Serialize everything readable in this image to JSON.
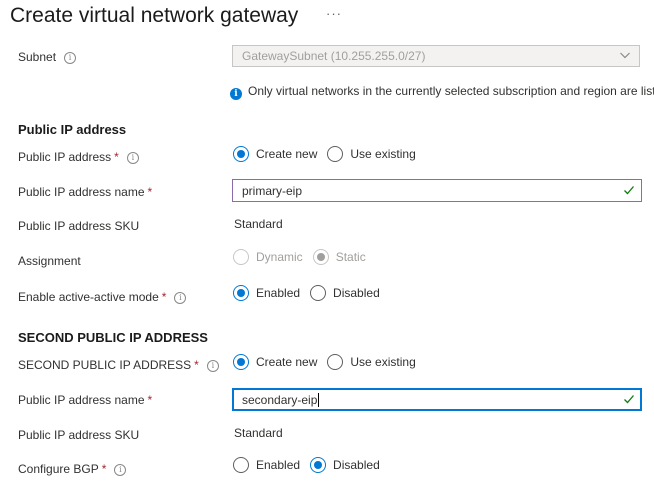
{
  "page": {
    "title": "Create virtual network gateway",
    "more_label": "···"
  },
  "subnet": {
    "label": "Subnet",
    "value": "GatewaySubnet (10.255.255.0/27)",
    "notice": "Only virtual networks in the currently selected subscription and region are listed."
  },
  "public_ip": {
    "section_title": "Public IP address",
    "address_label": "Public IP address",
    "create_new": "Create new",
    "use_existing": "Use existing",
    "name_label": "Public IP address name",
    "name_value": "primary-eip",
    "sku_label": "Public IP address SKU",
    "sku_value": "Standard",
    "assignment_label": "Assignment",
    "dynamic": "Dynamic",
    "static": "Static",
    "active_label": "Enable active-active mode",
    "enabled": "Enabled",
    "disabled": "Disabled"
  },
  "second_ip": {
    "section_title": "SECOND PUBLIC IP ADDRESS",
    "address_label": "SECOND PUBLIC IP ADDRESS",
    "create_new": "Create new",
    "use_existing": "Use existing",
    "name_label": "Public IP address name",
    "name_value": "secondary-eip",
    "sku_label": "Public IP address SKU",
    "sku_value": "Standard",
    "bgp_label": "Configure BGP",
    "enabled": "Enabled",
    "disabled": "Disabled"
  },
  "common": {
    "required_mark": "*",
    "info_glyph": "i"
  },
  "colors": {
    "accent": "#0078d4",
    "required": "#a4262c",
    "valid": "#107c10",
    "focus_hover_border": "#8b6ba8"
  },
  "icons": [
    "more-icon",
    "info-icon",
    "chevron-down-icon",
    "checkmark-icon",
    "info-filled-icon"
  ]
}
